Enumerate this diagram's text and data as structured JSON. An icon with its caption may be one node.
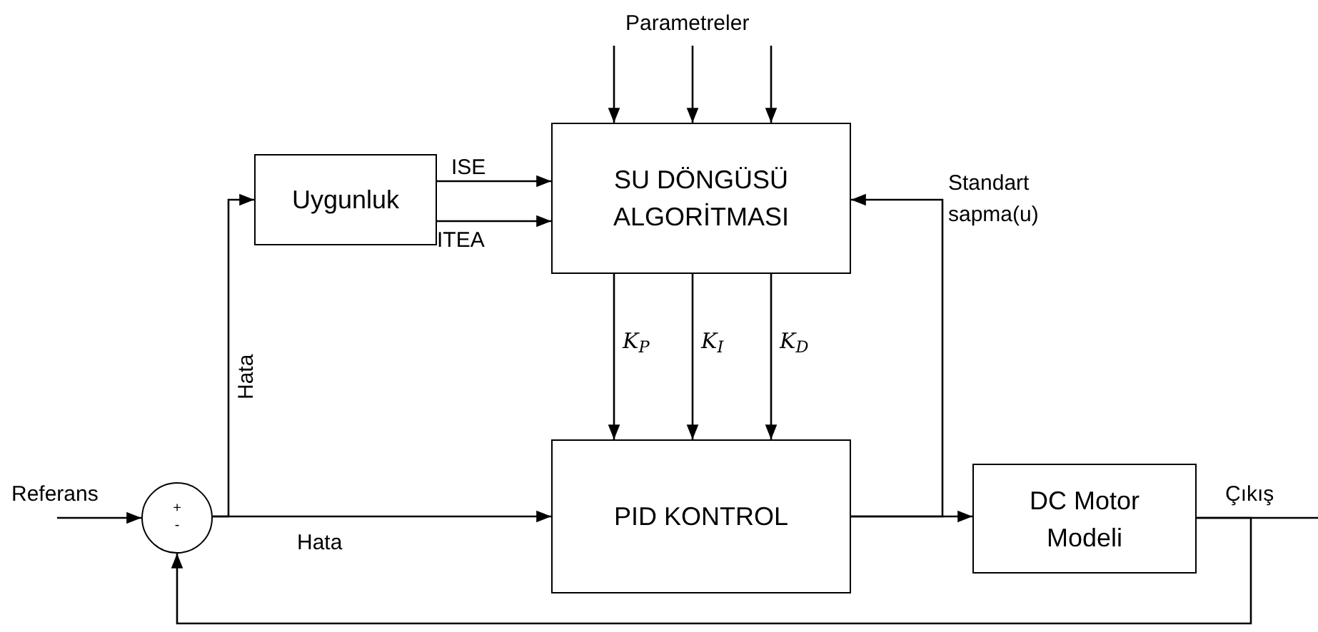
{
  "diagram": {
    "nodes": [
      {
        "text": [
          "+",
          "-"
        ]
      },
      {
        "text": [
          "Uygunluk"
        ]
      },
      {
        "text": [
          "SU DÖNGÜSÜ ALGORİTMASI"
        ]
      },
      {
        "text": [
          "PID KONTROL"
        ]
      },
      {
        "text": [
          "DC Motor Modeli"
        ]
      }
    ],
    "edges": [
      {
        "from": null,
        "to": 0,
        "arrow": "to",
        "label": "Referans"
      },
      {
        "from": 0,
        "to": 3,
        "arrow": "to",
        "label": "Hata"
      },
      {
        "from": 0,
        "to": 1,
        "arrow": "to",
        "label": "Hata"
      },
      {
        "from": 1,
        "to": 2,
        "arrow": "to",
        "label": "ISE"
      },
      {
        "from": 1,
        "to": 2,
        "arrow": "to",
        "label": "ITEA"
      },
      {
        "from": null,
        "to": 2,
        "arrow": "to"
      },
      {
        "from": null,
        "to": 2,
        "arrow": "to"
      },
      {
        "from": null,
        "to": 2,
        "arrow": "to"
      },
      {
        "from": 2,
        "to": 3,
        "arrow": "to",
        "label": "K$_{P}$"
      },
      {
        "from": 2,
        "to": 3,
        "arrow": "to",
        "label": "K$_{I}$"
      },
      {
        "from": 2,
        "to": 3,
        "arrow": "to",
        "label": "K$_{D}$"
      },
      {
        "from": 3,
        "to": 4,
        "arrow": "to"
      },
      {
        "from": 3,
        "to": 2,
        "arrow": "to",
        "label": "Standart sapma(u)"
      },
      {
        "from": 4,
        "to": null,
        "arrow": "none",
        "label": "Çıkış"
      },
      {
        "from": 4,
        "to": 0,
        "arrow": "to"
      }
    ],
    "labels": [
      "Parametreler"
    ]
  }
}
